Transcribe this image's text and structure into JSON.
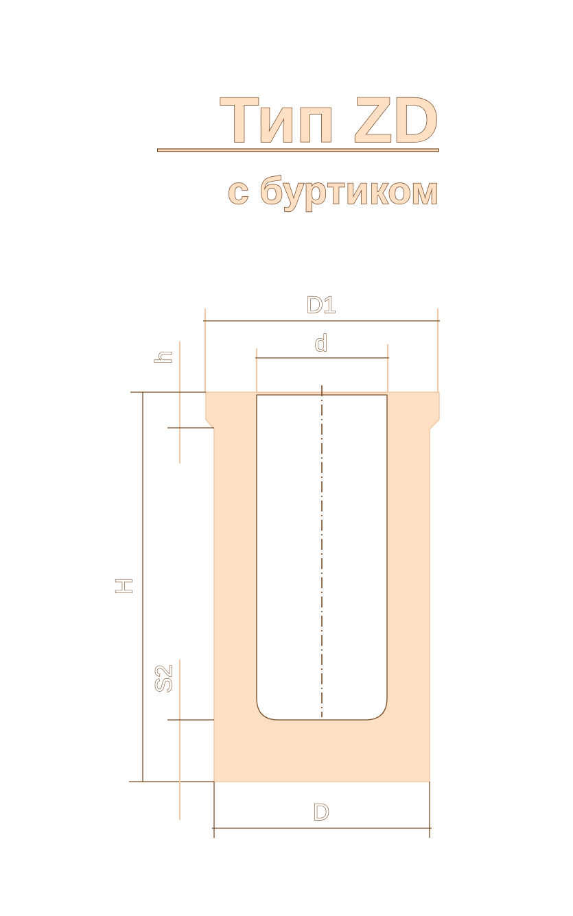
{
  "title": "Тип ZD",
  "subtitle": "с буртиком",
  "dimensions": {
    "D1": "D1",
    "d": "d",
    "h": "h",
    "H": "H",
    "S2": "S2",
    "D": "D"
  },
  "colors": {
    "body_fill": "#fde0c4",
    "line": "#7a4a22",
    "title_stroke": "#6b3a16"
  }
}
